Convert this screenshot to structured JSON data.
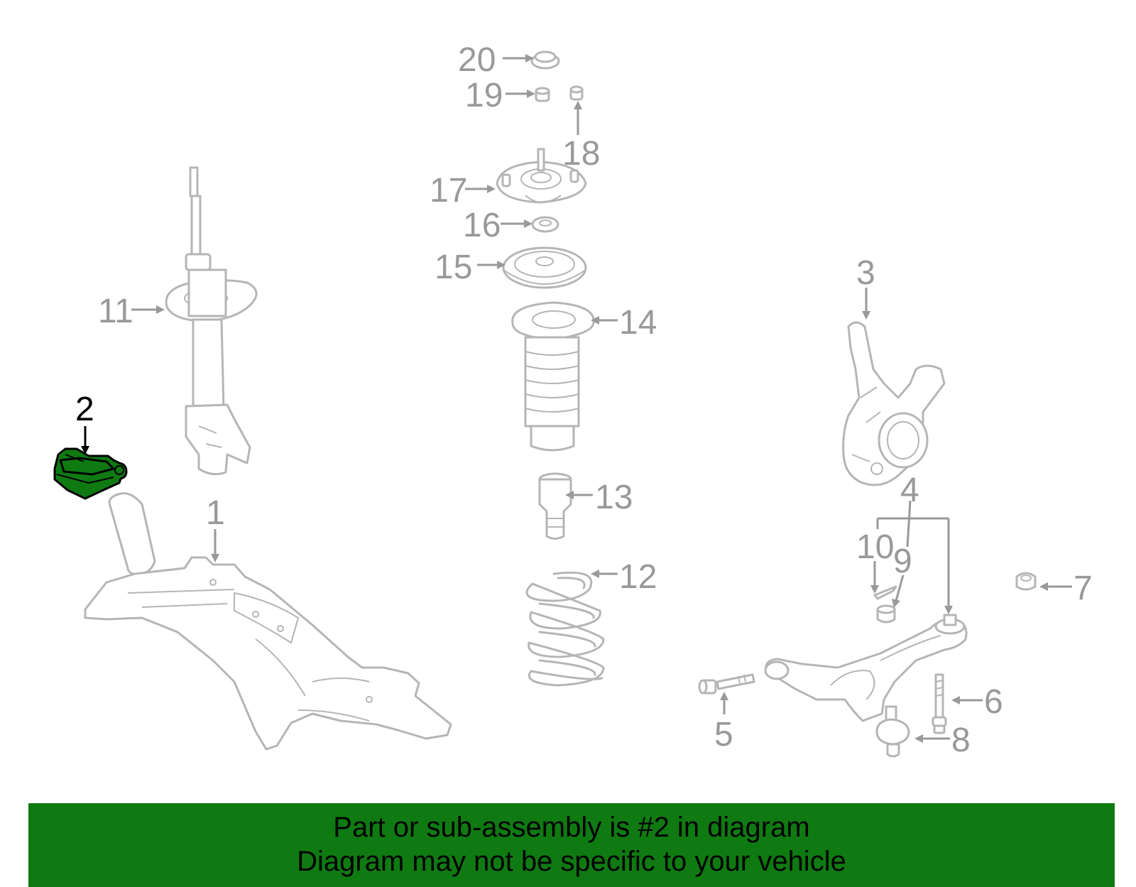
{
  "diagram": {
    "highlighted_part": "2",
    "highlight_color": "#0f7a12",
    "callouts": [
      {
        "id": "c1",
        "label": "1"
      },
      {
        "id": "c2",
        "label": "2"
      },
      {
        "id": "c3",
        "label": "3"
      },
      {
        "id": "c4",
        "label": "4"
      },
      {
        "id": "c5",
        "label": "5"
      },
      {
        "id": "c6",
        "label": "6"
      },
      {
        "id": "c7",
        "label": "7"
      },
      {
        "id": "c8",
        "label": "8"
      },
      {
        "id": "c9",
        "label": "9"
      },
      {
        "id": "c10",
        "label": "10"
      },
      {
        "id": "c11",
        "label": "11"
      },
      {
        "id": "c12",
        "label": "12"
      },
      {
        "id": "c13",
        "label": "13"
      },
      {
        "id": "c14",
        "label": "14"
      },
      {
        "id": "c15",
        "label": "15"
      },
      {
        "id": "c16",
        "label": "16"
      },
      {
        "id": "c17",
        "label": "17"
      },
      {
        "id": "c18",
        "label": "18"
      },
      {
        "id": "c19",
        "label": "19"
      },
      {
        "id": "c20",
        "label": "20"
      }
    ]
  },
  "banner": {
    "line1": "Part or sub-assembly is #2 in diagram",
    "line2": "Diagram may not be specific to your vehicle",
    "color": "#0f7a12"
  }
}
